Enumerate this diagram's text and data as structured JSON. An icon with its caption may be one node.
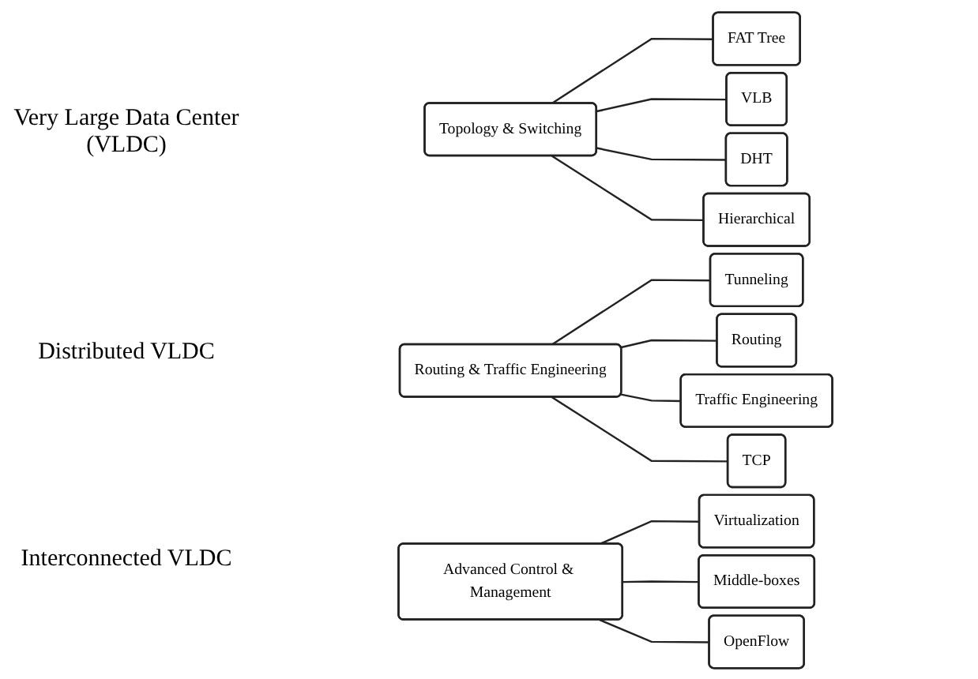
{
  "diagram": {
    "nodes": [
      {
        "text": [
          "Topology & Switching"
        ]
      },
      {
        "text": [
          "FAT Tree"
        ]
      },
      {
        "text": [
          "VLB"
        ]
      },
      {
        "text": [
          "DHT"
        ]
      },
      {
        "text": [
          "Hierarchical"
        ]
      },
      {
        "text": [
          "Routing & Traffic Engineering"
        ]
      },
      {
        "text": [
          "Tunneling"
        ]
      },
      {
        "text": [
          "Routing"
        ]
      },
      {
        "text": [
          "Traffic Engineering"
        ]
      },
      {
        "text": [
          "TCP"
        ]
      },
      {
        "text": [
          "Advanced Control & Management"
        ]
      },
      {
        "text": [
          "Virtualization"
        ]
      },
      {
        "text": [
          "Middle-boxes"
        ]
      },
      {
        "text": [
          "OpenFlow"
        ]
      }
    ],
    "edges": [
      {
        "from": 0,
        "to": 1,
        "arrow": "none"
      },
      {
        "from": 0,
        "to": 2,
        "arrow": "none"
      },
      {
        "from": 0,
        "to": 3,
        "arrow": "none"
      },
      {
        "from": 0,
        "to": 4,
        "arrow": "none"
      },
      {
        "from": 5,
        "to": 6,
        "arrow": "none"
      },
      {
        "from": 5,
        "to": 7,
        "arrow": "none"
      },
      {
        "from": 5,
        "to": 8,
        "arrow": "none"
      },
      {
        "from": 5,
        "to": 9,
        "arrow": "none"
      },
      {
        "from": 10,
        "to": 11,
        "arrow": "none"
      },
      {
        "from": 10,
        "to": 12,
        "arrow": "none"
      },
      {
        "from": 10,
        "to": 13,
        "arrow": "none"
      }
    ],
    "labels": [
      "Very Large Data Center (VLDC)",
      "Distributed VLDC",
      "Interconnected VLDC"
    ]
  }
}
